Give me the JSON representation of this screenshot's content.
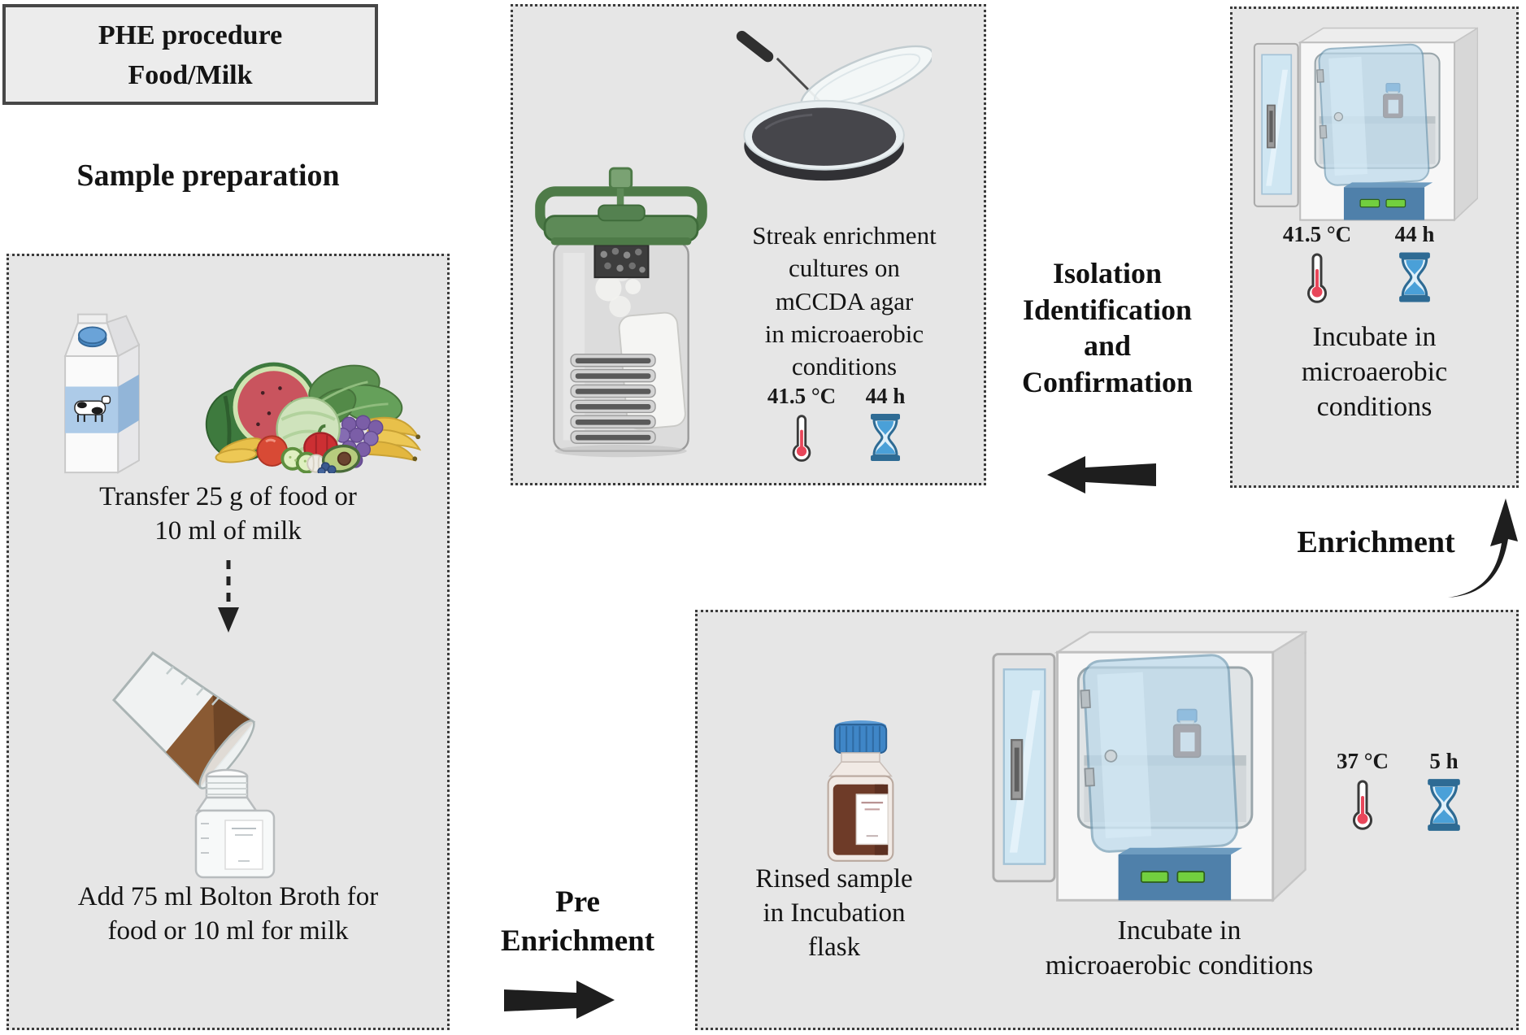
{
  "title": {
    "line1": "PHE procedure",
    "line2": "Food/Milk"
  },
  "sample_prep": {
    "heading": "Sample preparation",
    "step1_caption": [
      "Transfer 25 g of food or",
      "10 ml of milk"
    ],
    "step2_caption": [
      "Add 75 ml Bolton Broth for",
      "food or 10 ml for milk"
    ]
  },
  "streak_panel": {
    "caption": [
      "Streak enrichment",
      "cultures on",
      "mCCDA agar",
      "in microaerobic",
      "conditions"
    ],
    "temperature": "41.5 °C",
    "duration": "44 h"
  },
  "isolation_label": {
    "lines": [
      "Isolation",
      "Identification",
      "and",
      "Confirmation"
    ]
  },
  "incubation_top_panel": {
    "temperature": "41.5 °C",
    "duration": "44 h",
    "caption": [
      "Incubate in",
      "microaerobic",
      "conditions"
    ]
  },
  "enrichment_label": "Enrichment",
  "pre_enrichment_label": [
    "Pre",
    "Enrichment"
  ],
  "pre_enrichment_panel": {
    "flask_caption": [
      "Rinsed sample",
      "in Incubation",
      "flask"
    ],
    "incubator_caption": [
      "Incubate in",
      "microaerobic conditions"
    ],
    "temperature": "37 °C",
    "duration": "5 h"
  },
  "colors": {
    "panel_background": "#e6e6e6",
    "panel_border": "#3b3b3b",
    "arrow_black": "#1e1e1e",
    "thermometer_red": "#e8465a",
    "hourglass_blue": "#4aa0d8",
    "hourglass_frame": "#2e6b94",
    "jar_lid_green": "#5d8a57",
    "incubator_panel_blue": "#4f80aa",
    "display_green": "#72cf3f",
    "flask_cap_blue": "#3f86c7",
    "broth_brown": "#6e3b28",
    "milk_band_blue": "#adcbe8"
  }
}
